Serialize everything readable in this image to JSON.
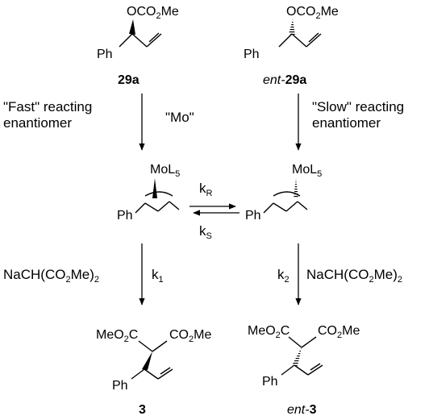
{
  "compounds": {
    "top_left": {
      "group_pre": "OCO",
      "group_sub": "2",
      "group_post": "Me",
      "ph": "Ph",
      "label_id": "29a"
    },
    "top_right": {
      "group_pre": "OCO",
      "group_sub": "2",
      "group_post": "Me",
      "ph": "Ph",
      "label_prefix": "ent-",
      "label_id": "29a"
    },
    "mid_left": {
      "metal_pre": "MoL",
      "metal_sub": "5",
      "ph": "Ph"
    },
    "mid_right": {
      "metal_pre": "MoL",
      "metal_sub": "5",
      "ph": "Ph"
    },
    "bottom_left": {
      "ester_left_pre": "MeO",
      "ester_left_sub": "2",
      "ester_left_post": "C",
      "ester_right_pre": "CO",
      "ester_right_sub": "2",
      "ester_right_post": "Me",
      "ph": "Ph",
      "label_id": "3"
    },
    "bottom_right": {
      "ester_left_pre": "MeO",
      "ester_left_sub": "2",
      "ester_left_post": "C",
      "ester_right_pre": "CO",
      "ester_right_sub": "2",
      "ester_right_post": "Me",
      "ph": "Ph",
      "label_prefix": "ent-",
      "label_id": "3"
    }
  },
  "annotations": {
    "fast_line1": "\"Fast\" reacting",
    "fast_line2": "enantiomer",
    "slow_line1": "\"Slow\" reacting",
    "slow_line2": "enantiomer",
    "mo": "\"Mo\""
  },
  "rates": {
    "kR_main": "k",
    "kR_sub": "R",
    "kS_main": "k",
    "kS_sub": "S",
    "k1_main": "k",
    "k1_sub": "1",
    "k2_main": "k",
    "k2_sub": "2"
  },
  "reagents": {
    "left": {
      "pre": "NaCH(CO",
      "sub": "2",
      "post": "Me)",
      "sub2": "2"
    },
    "right": {
      "pre": "NaCH(CO",
      "sub": "2",
      "post": "Me)",
      "sub2": "2"
    }
  }
}
